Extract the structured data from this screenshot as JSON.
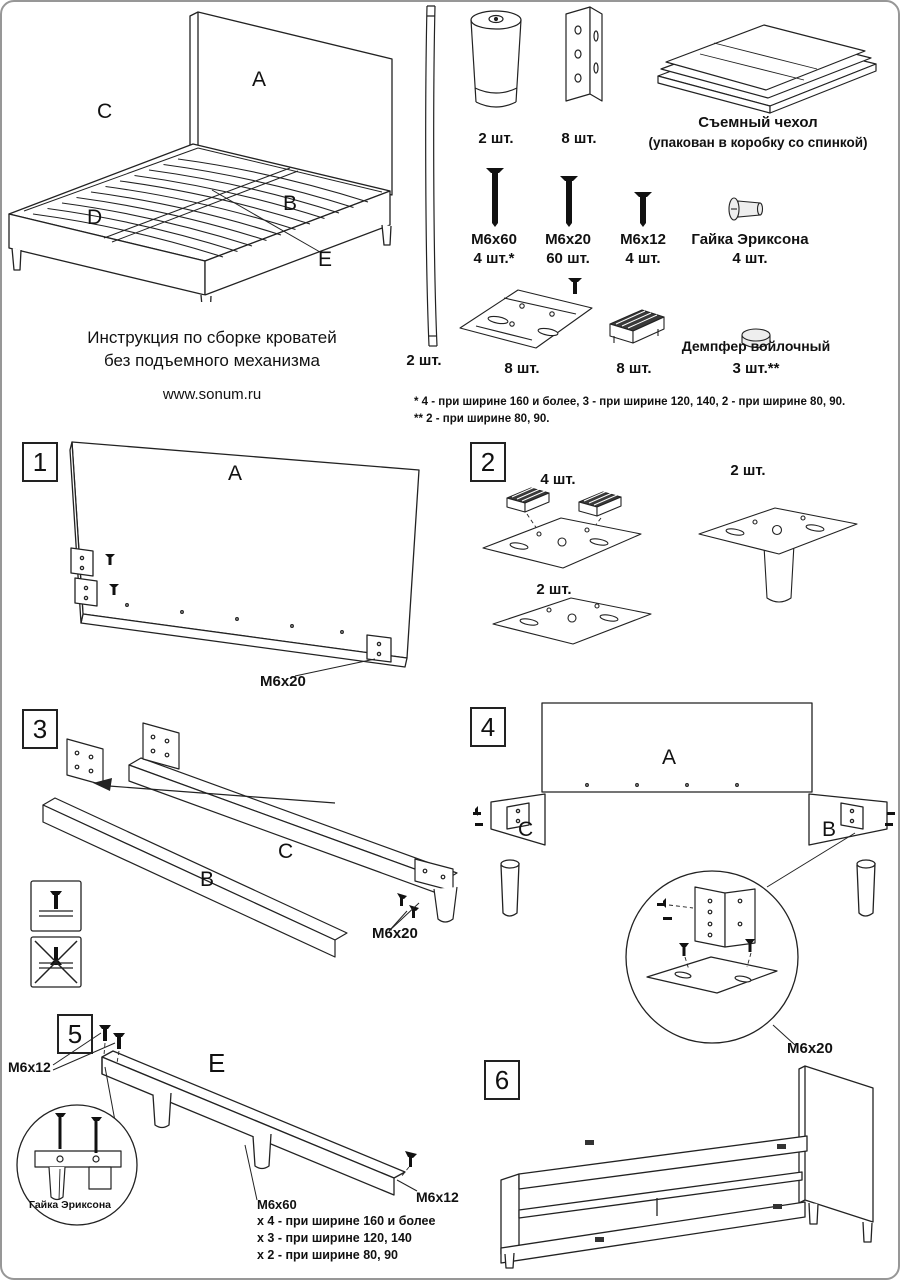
{
  "page": {
    "title_line1": "Инструкция по сборке кроватей",
    "title_line2": "без подъемного механизма",
    "website": "www.sonum.ru"
  },
  "overview_labels": {
    "a": "A",
    "b": "B",
    "c": "C",
    "d": "D",
    "e": "E",
    "slat_qty": "2 шт."
  },
  "parts": {
    "leg_qty": "2 шт.",
    "angle_bracket_qty": "8 шт.",
    "cover_name": "Съемный чехол",
    "cover_note": "(упакован в коробку со спинкой)",
    "bolt_m6x60_name": "M6x60",
    "bolt_m6x60_qty": "4 шт.*",
    "bolt_m6x20_name": "M6x20",
    "bolt_m6x20_qty": "60 шт.",
    "bolt_m6x12_name": "M6x12",
    "bolt_m6x12_qty": "4 шт.",
    "erikson_nut_name": "Гайка Эриксона",
    "erikson_nut_qty": "4 шт.",
    "corner_plate_qty": "8 шт.",
    "slat_holder_qty": "8 шт.",
    "damper_name": "Демпфер войлочный",
    "damper_qty": "3 шт.**",
    "footnote1": "* 4 - при ширине 160 и более, 3 - при ширине 120, 140, 2 - при ширине 80, 90.",
    "footnote2": "** 2 - при ширине 80, 90."
  },
  "step1": {
    "number": "1",
    "label_a": "A",
    "fastener": "M6x20"
  },
  "step2": {
    "number": "2",
    "qty_top": "4 шт.",
    "qty_right": "2 шт.",
    "qty_bottom": "2 шт."
  },
  "step3": {
    "number": "3",
    "label_b": "B",
    "label_c": "C",
    "fastener": "M6x20"
  },
  "step4": {
    "number": "4",
    "label_a": "A",
    "label_b": "B",
    "label_c": "C",
    "fastener": "M6x20"
  },
  "step5": {
    "number": "5",
    "label_e": "E",
    "fastener_left": "M6x12",
    "fastener_right": "M6x12",
    "nut_label": "Гайка Эриксона",
    "note_title": "M6x60",
    "note_line1": "x 4 - при ширине 160 и более",
    "note_line2": "x 3 - при ширине 120, 140",
    "note_line3": "x 2 - при ширине 80, 90"
  },
  "step6": {
    "number": "6"
  }
}
